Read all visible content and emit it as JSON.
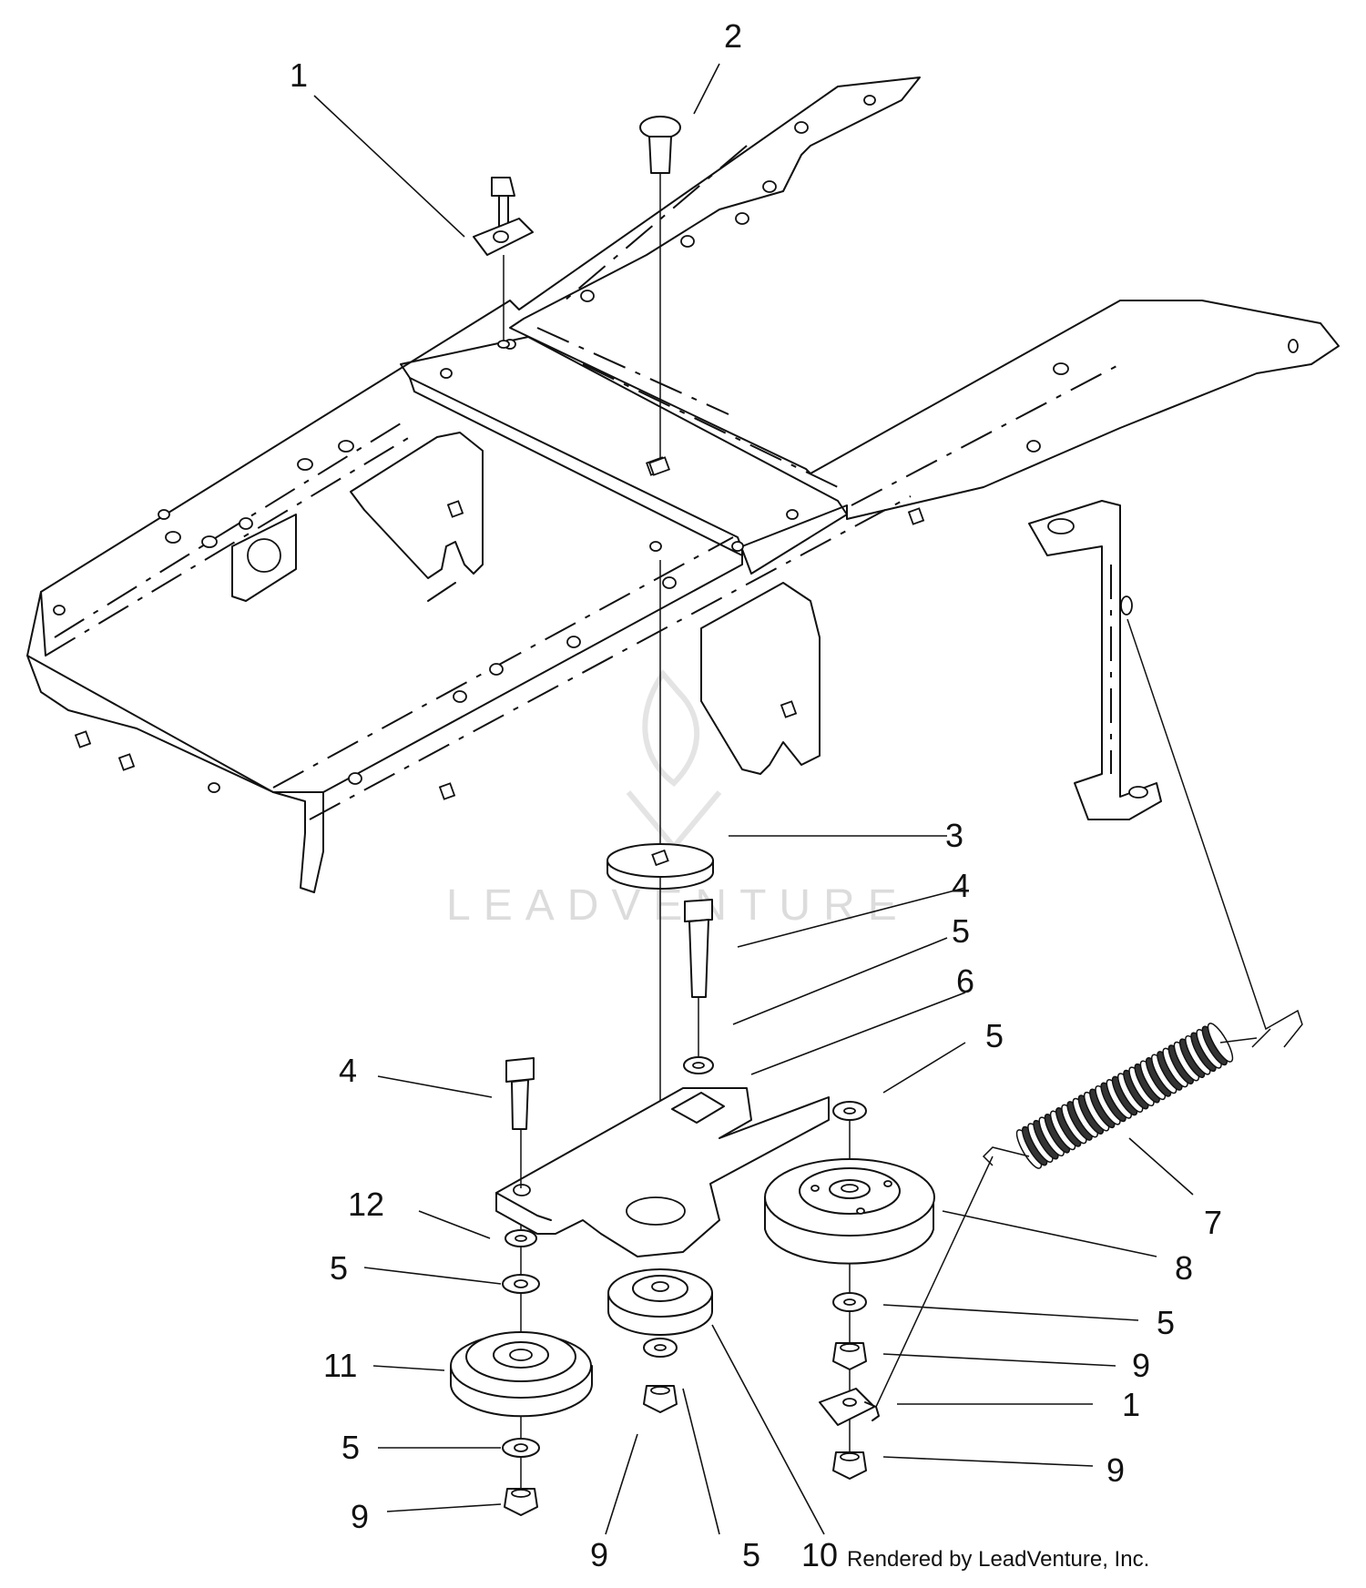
{
  "diagram": {
    "callouts": [
      {
        "id": "c1a",
        "label": "1"
      },
      {
        "id": "c2",
        "label": "2"
      },
      {
        "id": "c3",
        "label": "3"
      },
      {
        "id": "c4a",
        "label": "4"
      },
      {
        "id": "c5a",
        "label": "5"
      },
      {
        "id": "c6",
        "label": "6"
      },
      {
        "id": "c5b",
        "label": "5"
      },
      {
        "id": "c4b",
        "label": "4"
      },
      {
        "id": "c7",
        "label": "7"
      },
      {
        "id": "c12",
        "label": "12"
      },
      {
        "id": "c8",
        "label": "8"
      },
      {
        "id": "c5c",
        "label": "5"
      },
      {
        "id": "c5d",
        "label": "5"
      },
      {
        "id": "c11",
        "label": "11"
      },
      {
        "id": "c9a",
        "label": "9"
      },
      {
        "id": "c1b",
        "label": "1"
      },
      {
        "id": "c5e",
        "label": "5"
      },
      {
        "id": "c9b",
        "label": "9"
      },
      {
        "id": "c9c",
        "label": "9"
      },
      {
        "id": "c9d",
        "label": "9"
      },
      {
        "id": "c5f",
        "label": "5"
      },
      {
        "id": "c10",
        "label": "10"
      }
    ],
    "credit": "Rendered by LeadVenture, Inc.",
    "watermark": "LEADVENTURE"
  }
}
